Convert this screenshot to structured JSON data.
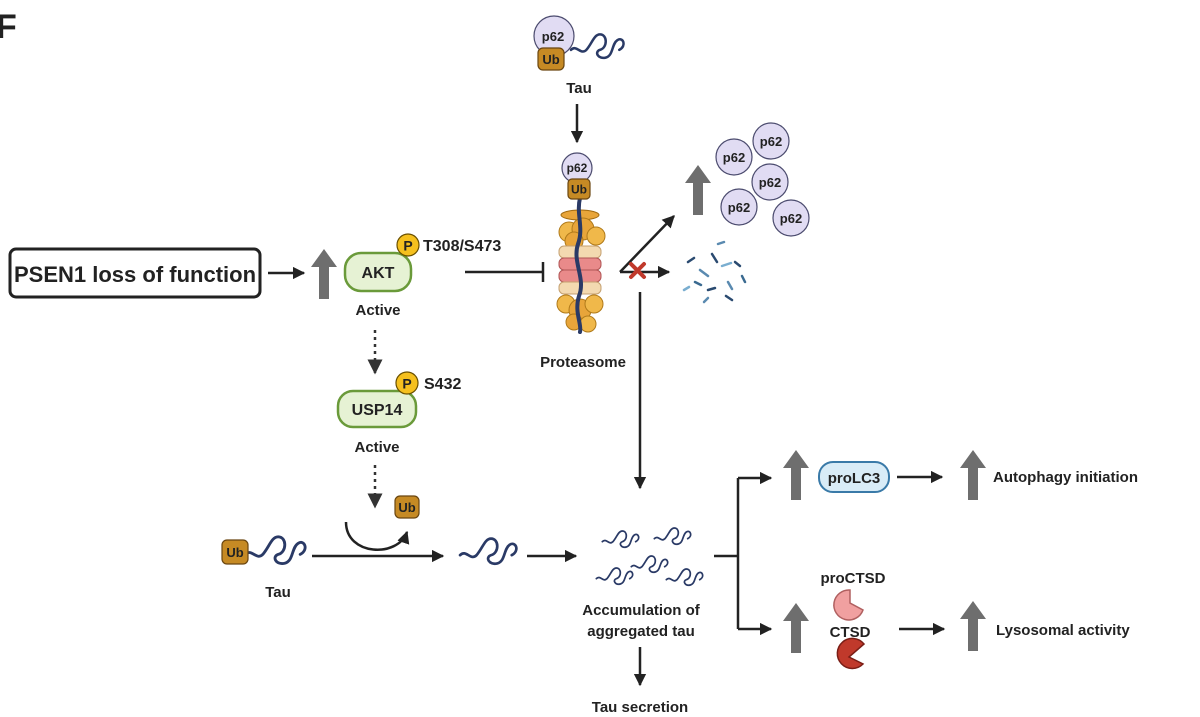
{
  "panel_letter": "F",
  "start_label": "PSEN1 loss of function",
  "akt": {
    "name": "AKT",
    "phospho": "P",
    "site": "T308/S473",
    "state": "Active"
  },
  "usp14": {
    "name": "USP14",
    "phospho": "P",
    "site": "S432",
    "state": "Active"
  },
  "ubiquitin": "Ub",
  "p62": "p62",
  "tau_top_label": "Tau",
  "tau_bottom_label": "Tau",
  "proteasome_label": "Proteasome",
  "accumulation_label": [
    "Accumulation of",
    "aggregated tau"
  ],
  "secretion_label": "Tau secretion",
  "prolc3": "proLC3",
  "autophagy_label": "Autophagy initiation",
  "proctsd": "proCTSD",
  "ctsd": "CTSD",
  "lysosomal_label": "Lysosomal activity",
  "colors": {
    "akt_fill": "#e6f2d4",
    "akt_stroke": "#6a9a3a",
    "prolc3_fill": "#d9ecf7",
    "prolc3_stroke": "#3a7aa8",
    "block_x": "#c0392b",
    "up_arrow": "#6e6e6e",
    "proctsd": "#f0a0a0",
    "ctsd": "#c0392b"
  },
  "icons": [
    "up-arrow-icon",
    "tau-protein-icon",
    "p62-icon",
    "ubiquitin-icon",
    "phosphate-icon",
    "proteasome-icon",
    "pacman-enzyme-icon",
    "block-x-icon"
  ]
}
